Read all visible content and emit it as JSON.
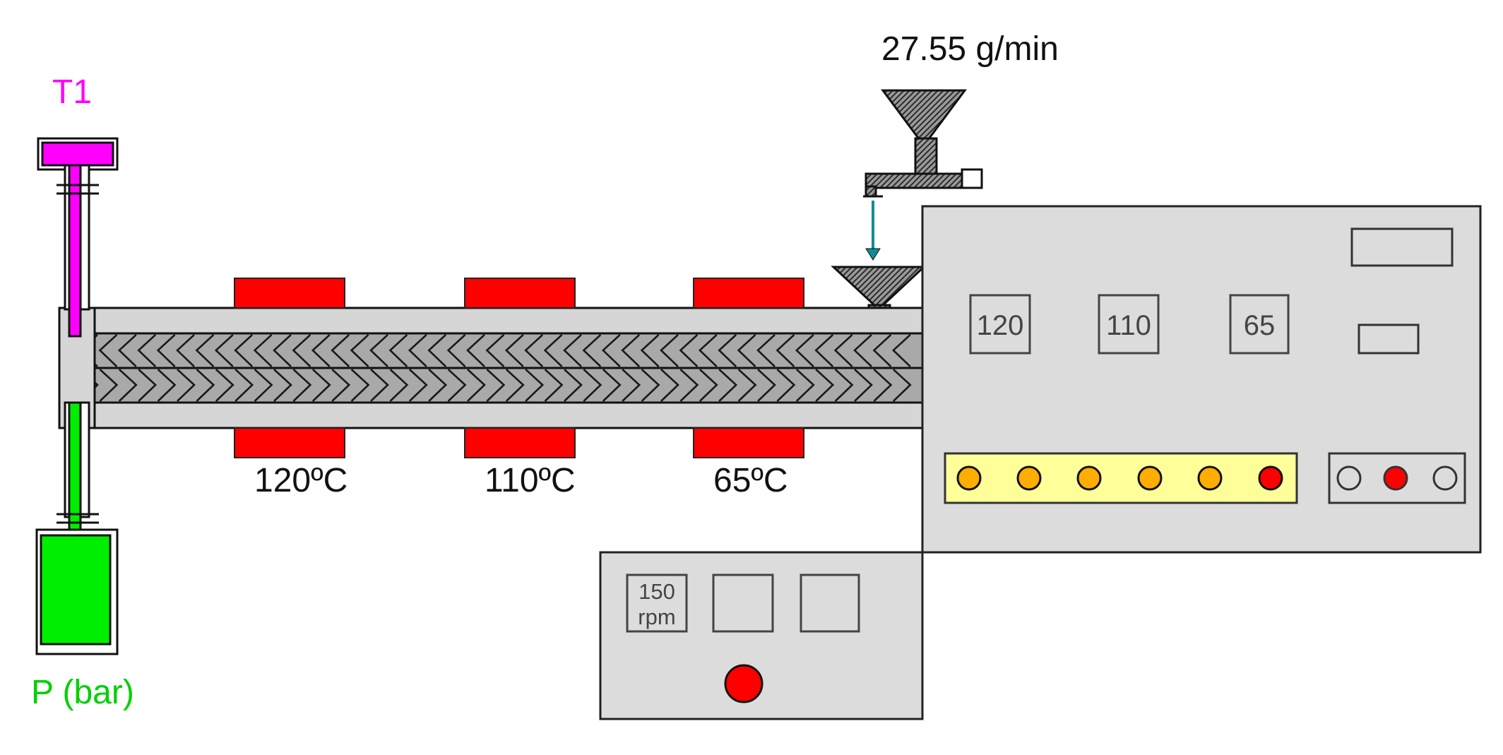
{
  "feed_rate": "27.55 g/min",
  "sensors": {
    "temperature_label": "T1",
    "pressure_label": "P (bar)"
  },
  "heater_zones": [
    {
      "label": "120ºC"
    },
    {
      "label": "110ºC"
    },
    {
      "label": "65ºC"
    }
  ],
  "main_panel": {
    "displays": [
      "120",
      "110",
      "65"
    ],
    "indicator_lights": [
      "orange",
      "orange",
      "orange",
      "orange",
      "orange",
      "red"
    ],
    "switch_lights": [
      "off",
      "red",
      "off"
    ]
  },
  "motor_panel": {
    "speed_value": "150",
    "speed_unit": "rpm"
  },
  "colors": {
    "heater": "#ff0000",
    "temperature_probe": "#ff00ff",
    "pressure_sensor": "#00ee00",
    "panel": "#dcdcdc",
    "barrel": "#d6d6d6",
    "screw": "#a9a9a9",
    "indicator_orange": "#ffae00",
    "indicator_strip": "#ffff99",
    "feed_arrow": "#0f8c93"
  }
}
